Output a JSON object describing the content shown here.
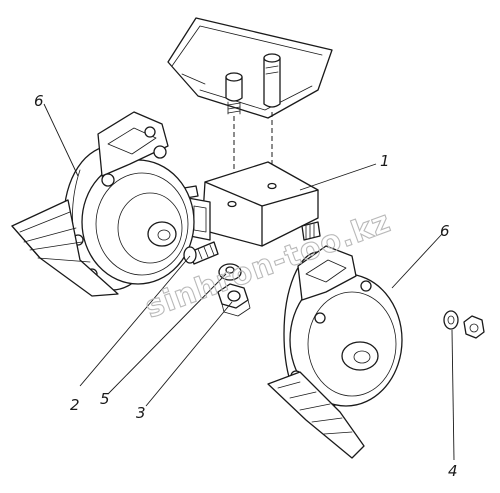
{
  "watermark": "sinhron-too.kz",
  "callouts": [
    {
      "id": "c1",
      "label": "1"
    },
    {
      "id": "c2",
      "label": "2"
    },
    {
      "id": "c3",
      "label": "3"
    },
    {
      "id": "c4",
      "label": "4"
    },
    {
      "id": "c5",
      "label": "5"
    },
    {
      "id": "c6a",
      "label": "6"
    },
    {
      "id": "c6b",
      "label": "6"
    }
  ]
}
